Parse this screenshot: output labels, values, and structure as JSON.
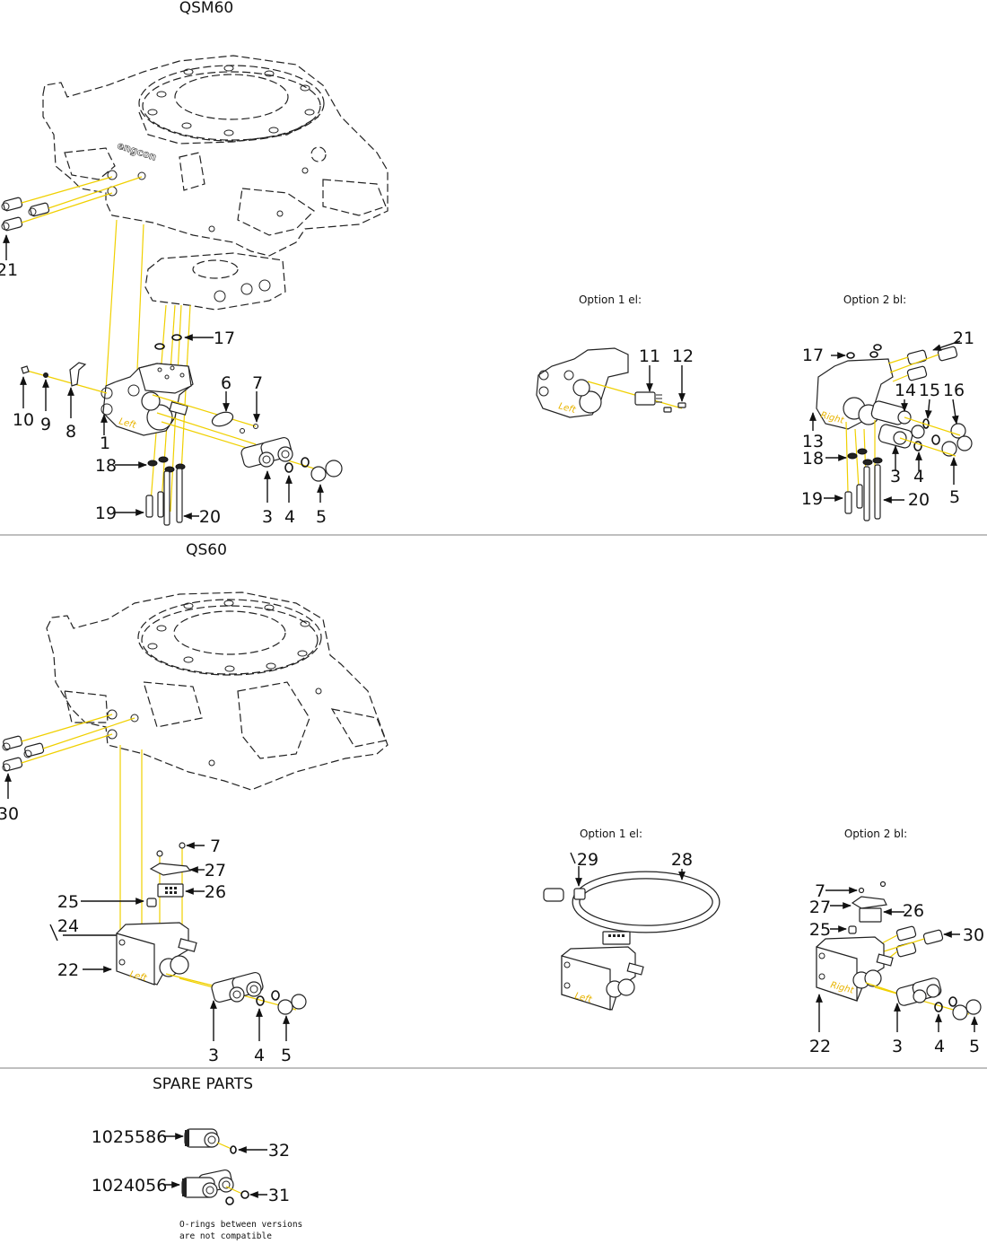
{
  "sections": {
    "qsm60": {
      "title": "QSM60",
      "main_labels": [
        "21",
        "17",
        "10",
        "9",
        "8",
        "1",
        "6",
        "7",
        "18",
        "19",
        "20",
        "3",
        "4",
        "5"
      ],
      "side_marking": "Left",
      "option1": {
        "title": "Option 1 el:",
        "labels": [
          "11",
          "12"
        ],
        "side_marking": "Left"
      },
      "option2": {
        "title": "Option 2 bl:",
        "labels": [
          "17",
          "21",
          "14",
          "15",
          "16",
          "13",
          "18",
          "3",
          "4",
          "5",
          "19",
          "20"
        ],
        "side_marking": "Right"
      }
    },
    "qs60": {
      "title": "QS60",
      "main_labels": [
        "30",
        "7",
        "27",
        "26",
        "25",
        "24",
        "22",
        "3",
        "4",
        "5"
      ],
      "side_marking": "Left",
      "option1": {
        "title": "Option 1 el:",
        "labels": [
          "29",
          "28"
        ],
        "side_marking": "Left"
      },
      "option2": {
        "title": "Option 2 bl:",
        "labels": [
          "7",
          "27",
          "26",
          "25",
          "30",
          "22",
          "3",
          "4",
          "5"
        ],
        "side_marking": "Right"
      }
    },
    "spare_parts": {
      "title": "SPARE PARTS",
      "items": [
        {
          "part_no": "1025586",
          "oring_label": "32"
        },
        {
          "part_no": "1024056",
          "oring_label": "31"
        }
      ],
      "note_line1": "O-rings between versions",
      "note_line2": "are not compatible"
    }
  },
  "colors": {
    "axis_line": "#f0d000",
    "side_marking": "#e8b400",
    "separator": "#aaaaaa"
  }
}
